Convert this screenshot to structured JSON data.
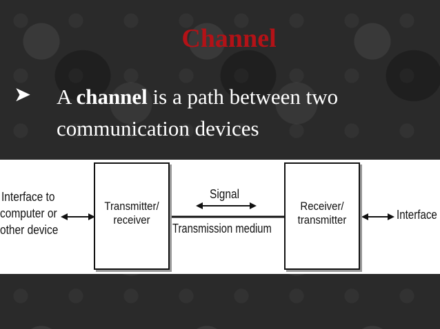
{
  "slide": {
    "title": "Channel",
    "bullet_prefix": "A ",
    "bullet_bold": "channel",
    "bullet_suffix": " is a path between two communication devices",
    "title_color": "#b31217"
  },
  "diagram": {
    "left_label_1": "Interface to",
    "left_label_2": "computer or",
    "left_label_3": "other device",
    "box1_line1": "Transmitter/",
    "box1_line2": "receiver",
    "signal_label": "Signal",
    "medium_label": "Transmission medium",
    "box2_line1": "Receiver/",
    "box2_line2": "transmitter",
    "right_label": "Interface"
  }
}
